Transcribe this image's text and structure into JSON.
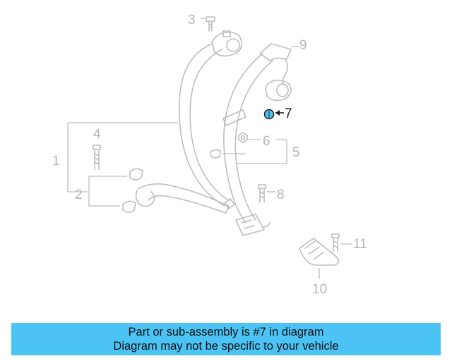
{
  "diagram": {
    "callouts": {
      "c1": "1",
      "c2": "2",
      "c3": "3",
      "c4": "4",
      "c5": "5",
      "c6": "6",
      "c7": "7",
      "c8": "8",
      "c9": "9",
      "c10": "10",
      "c11": "11"
    },
    "highlighted_part": "7",
    "colors": {
      "line": "#bdbdbd",
      "highlight_fill": "#4cc3f5",
      "highlight_stroke": "#1a1a1a"
    }
  },
  "banner": {
    "line1": "Part or sub-assembly is #7 in diagram",
    "line2": "Diagram may not be specific to your vehicle",
    "background": "#4cc3f5"
  }
}
